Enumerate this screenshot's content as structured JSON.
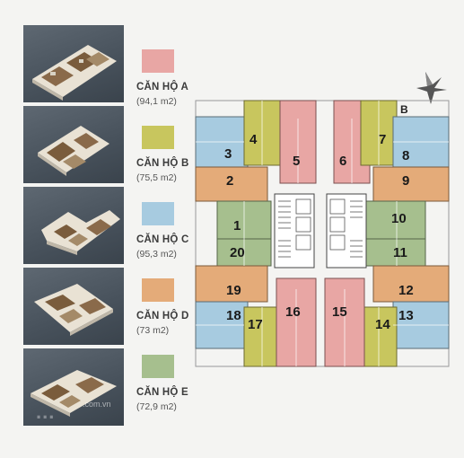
{
  "legend": [
    {
      "name": "CĂN HỘ A",
      "area": "(94,1 m2)",
      "color": "#e8a6a4"
    },
    {
      "name": "CĂN HỘ B",
      "area": "(75,5 m2)",
      "color": "#c8c65e"
    },
    {
      "name": "CĂN HỘ C",
      "area": "(95,3 m2)",
      "color": "#a7cbe0"
    },
    {
      "name": "CĂN HỘ D",
      "area": "(73 m2)",
      "color": "#e4ab79"
    },
    {
      "name": "CĂN HỘ E",
      "area": "(72,9 m2)",
      "color": "#a6bf8e"
    }
  ],
  "plan": {
    "corner_label": "B",
    "units": [
      "1",
      "2",
      "3",
      "4",
      "5",
      "6",
      "7",
      "8",
      "9",
      "10",
      "11",
      "12",
      "13",
      "14",
      "15",
      "16",
      "17",
      "18",
      "19",
      "20"
    ]
  },
  "watermark": {
    "main": "...",
    "sub": ".com.vn"
  }
}
